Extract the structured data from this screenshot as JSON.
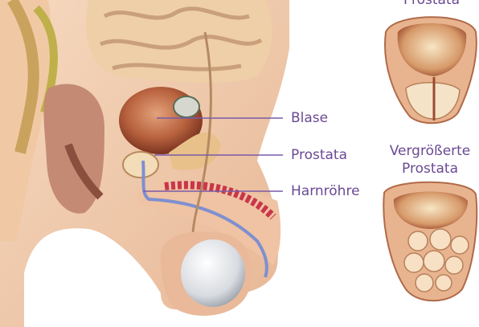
{
  "labels": {
    "blase": "Blase",
    "prostata": "Prostata",
    "harnroehre": "Harnröhre"
  },
  "captions": {
    "normal": "Prostata",
    "enlarged_line1": "Vergrößerte",
    "enlarged_line2": "Prostata"
  },
  "colors": {
    "label_text": "#6a4a93",
    "leader_line": "#7a5aa8",
    "skin": "#f2cfb0",
    "bladder": "#a55a3c",
    "urethra": "#7f8fd0"
  }
}
